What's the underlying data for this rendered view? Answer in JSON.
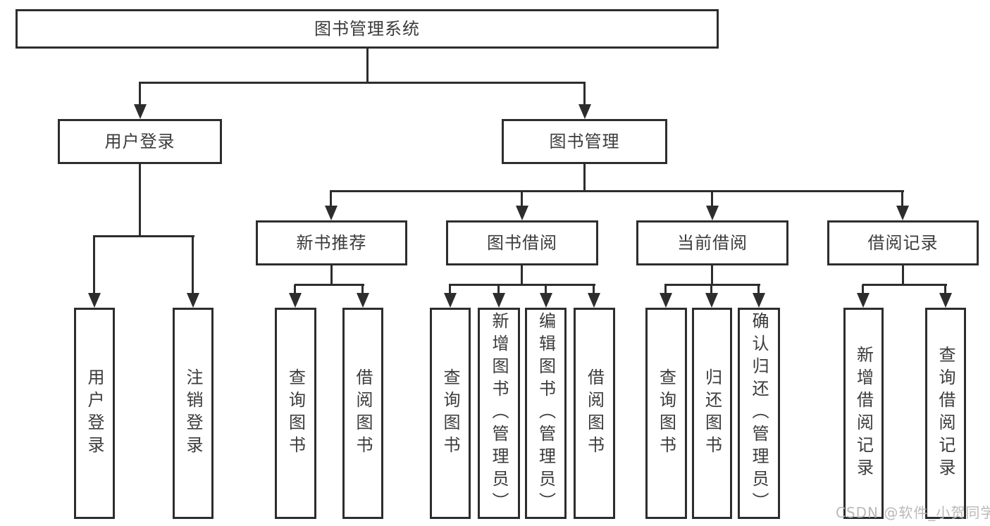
{
  "diagram": {
    "type": "hierarchy-tree",
    "root": {
      "label": "图书管理系统"
    },
    "level2": [
      {
        "label": "用户登录",
        "parent": "图书管理系统"
      },
      {
        "label": "图书管理",
        "parent": "图书管理系统"
      }
    ],
    "level3": [
      {
        "label": "新书推荐",
        "parent": "图书管理"
      },
      {
        "label": "图书借阅",
        "parent": "图书管理"
      },
      {
        "label": "当前借阅",
        "parent": "图书管理"
      },
      {
        "label": "借阅记录",
        "parent": "图书管理"
      }
    ],
    "leaves": [
      {
        "label": "用户登录",
        "parent": "用户登录"
      },
      {
        "label": "注销登录",
        "parent": "用户登录"
      },
      {
        "label": "查询图书",
        "parent": "新书推荐"
      },
      {
        "label": "借阅图书",
        "parent": "新书推荐"
      },
      {
        "label": "查询图书",
        "parent": "图书借阅"
      },
      {
        "label": "新增图书（管理员）",
        "parent": "图书借阅"
      },
      {
        "label": "编辑图书（管理员）",
        "parent": "图书借阅"
      },
      {
        "label": "借阅图书",
        "parent": "图书借阅"
      },
      {
        "label": "查询图书",
        "parent": "当前借阅"
      },
      {
        "label": "归还图书",
        "parent": "当前借阅"
      },
      {
        "label": "确认归还（管理员）",
        "parent": "当前借阅"
      },
      {
        "label": "新增借阅记录",
        "parent": "借阅记录"
      },
      {
        "label": "查询借阅记录",
        "parent": "借阅记录"
      }
    ]
  },
  "watermark": {
    "text": "CSDN @软件_小贺同学"
  },
  "colors": {
    "line": "#2d2d2d",
    "node_text": "#3b3b3b",
    "watermark_text": "#b9b9b9",
    "background": "#ffffff"
  }
}
